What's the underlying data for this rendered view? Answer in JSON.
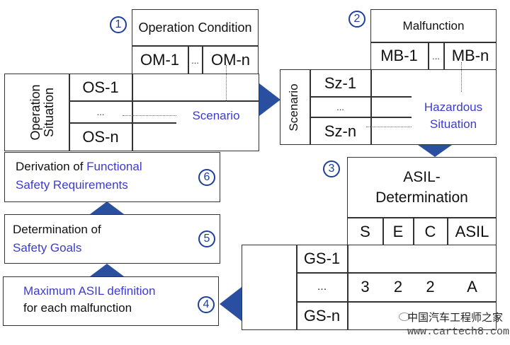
{
  "step_markers": {
    "step1": "1",
    "step2": "2",
    "step3": "3",
    "step4": "4",
    "step5": "5",
    "step6": "6"
  },
  "table1": {
    "header": "Operation Condition",
    "columns": [
      "OM-1",
      "...",
      "OM-n"
    ],
    "row_group_label": "Operation Situation",
    "rows": [
      "OS-1",
      "...",
      "OS-n"
    ],
    "result_label": "Scenario"
  },
  "table2": {
    "header": "Malfunction",
    "columns": [
      "MB-1",
      "...",
      "MB-n"
    ],
    "row_group_label": "Scenario",
    "rows": [
      "Sz-1",
      "...",
      "Sz-n"
    ],
    "result_label_line1": "Hazardous",
    "result_label_line2": "Situation"
  },
  "table3": {
    "header_line1": "ASIL-",
    "header_line2": "Determination",
    "columns": [
      "S",
      "E",
      "C",
      "ASIL"
    ],
    "rows": [
      {
        "label": "GS-1",
        "values": [
          "",
          "",
          "",
          ""
        ]
      },
      {
        "label": "...",
        "values": [
          "3",
          "2",
          "2",
          "A"
        ]
      },
      {
        "label": "GS-n",
        "values": [
          "",
          "",
          "",
          ""
        ]
      }
    ]
  },
  "steps": {
    "step6": {
      "text_black": "Derivation of",
      "text_blue_1": "Functional",
      "text_blue_2": "Safety Requirements"
    },
    "step5": {
      "text_black": "Determination of",
      "text_blue": "Safety Goals"
    },
    "step4": {
      "text_blue": "Maximum ASIL definition",
      "text_black": "for each malfunction"
    }
  },
  "watermark": {
    "chinese": "中国汽车工程师之家",
    "url": "www.cartech8.com"
  },
  "colors": {
    "arrow": "#2a4fa0",
    "accent_text": "#3c3ccc",
    "marker": "#1e3f9a"
  }
}
